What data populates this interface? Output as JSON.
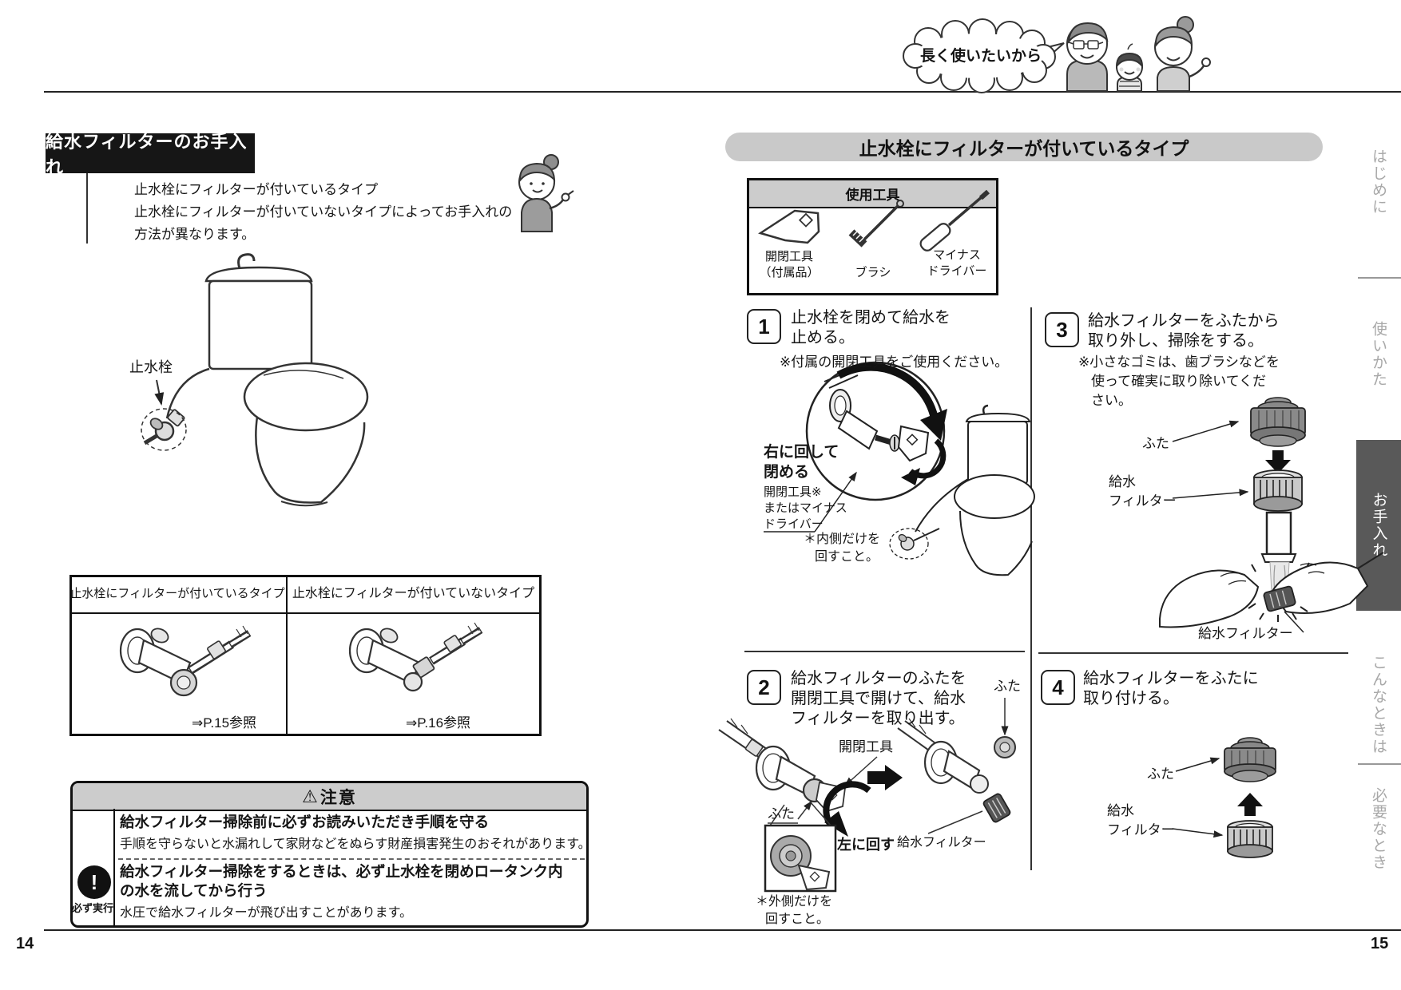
{
  "header": {
    "bubble": "長く使いたいから"
  },
  "footer": {
    "left_page_no": "14",
    "right_page_no": "15"
  },
  "sidebar": {
    "tabs": [
      {
        "label": "はじめに"
      },
      {
        "label": "使いかた"
      },
      {
        "label": "お手入れ"
      },
      {
        "label": "こんなときは"
      },
      {
        "label": "必要なとき"
      }
    ],
    "active": "お手入れ"
  },
  "colors": {
    "active_tab_bg": "#595959",
    "bar_gray": "#c9c9c9",
    "title_bg": "#161616"
  },
  "left": {
    "title": "給水フィルターのお手入れ",
    "intro": [
      "止水栓にフィルターが付いているタイプ",
      "止水栓にフィルターが付いていないタイプによってお手入れの",
      "方法が異なります。"
    ],
    "toilet_label": "止水栓",
    "table": {
      "col1": {
        "header": "止水栓にフィルターが付いているタイプ",
        "ref": "⇒P.15参照"
      },
      "col2": {
        "header": "止水栓にフィルターが付いていないタイプ",
        "ref": "⇒P.16参照"
      }
    },
    "caution": {
      "icon": "⚠",
      "title": "注意",
      "mandatory_icon": "!",
      "mandatory_label": "必ず実行",
      "item1": {
        "heading": "給水フィルター掃除前に必ずお読みいただき手順を守る",
        "body": "手順を守らないと水漏れして家財などをぬらす財産損害発生のおそれがあります。"
      },
      "item2": {
        "heading1": "給水フィルター掃除をするときは、必ず止水栓を閉めロータンク内",
        "heading2": "の水を流してから行う",
        "body": "水圧で給水フィルターが飛び出すことがあります。"
      }
    }
  },
  "right": {
    "section_title": "止水栓にフィルターが付いているタイプ",
    "tools": {
      "title": "使用工具",
      "tool1": [
        "開閉工具",
        "（付属品）"
      ],
      "tool2": [
        "ブラシ"
      ],
      "tool3": [
        "マイナス",
        "ドライバー"
      ]
    },
    "step1": {
      "no": "1",
      "line1": "止水栓を閉めて給水を",
      "line2": "止める。",
      "note": "※付属の開閉工具をご使用ください。",
      "turn1": "右に回して",
      "turn2": "閉める",
      "tool1": "開閉工具※",
      "tool2": "またはマイナス",
      "tool3": "ドライバー",
      "inner1": "＊内側だけを",
      "inner2": "回すこと。"
    },
    "step2": {
      "no": "2",
      "line1": "給水フィルターのふたを",
      "line2": "開閉工具で開けて、給水",
      "line3": "フィルターを取り出す。",
      "tool_label": "開閉工具",
      "lid_left": "ふた",
      "turn": "左に回す",
      "filter_label": "給水フィルター",
      "lid_right": "ふた",
      "outer1": "＊外側だけを",
      "outer2": "回すこと。"
    },
    "step3": {
      "no": "3",
      "line1": "給水フィルターをふたから",
      "line2": "取り外し、掃除をする。",
      "note1": "※小さなゴミは、歯ブラシなどを",
      "note2": "使って確実に取り除いてくだ",
      "note3": "さい。",
      "lid": "ふた",
      "filter1": "給水",
      "filter2": "フィルター",
      "wash_label": "給水フィルター"
    },
    "step4": {
      "no": "4",
      "line1": "給水フィルターをふたに",
      "line2": "取り付ける。",
      "lid": "ふた",
      "filter1": "給水",
      "filter2": "フィルター"
    }
  }
}
